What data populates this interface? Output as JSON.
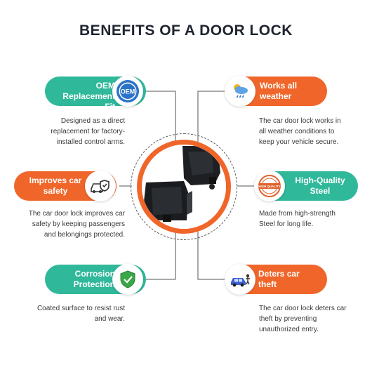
{
  "title": "BENEFITS OF A DOOR LOCK",
  "benefits": [
    {
      "label": "OEM\nReplacement Fit",
      "icon": "oem-badge-icon",
      "icon_text": "OEM",
      "color": "teal",
      "desc": "Designed as a direct replacement for factory-installed control arms."
    },
    {
      "label": "Works all\nweather",
      "icon": "weather-icon",
      "color": "orange",
      "desc": "The car door lock works in all weather conditions to keep your vehicle secure."
    },
    {
      "label": "Improves car\nsafety",
      "icon": "car-shield-icon",
      "color": "orange",
      "desc": "The car door lock improves car safety by keeping passengers and belongings protected."
    },
    {
      "label": "High-Quality\nSteel",
      "icon": "quality-stamp-icon",
      "icon_text": "HIGH QUALITY",
      "color": "teal",
      "desc": "Made from high-strength Steel for long life."
    },
    {
      "label": "Corrosion\nProtection",
      "icon": "shield-check-icon",
      "color": "teal",
      "desc": "Coated surface to resist rust and wear."
    },
    {
      "label": "Deters car\ntheft",
      "icon": "car-thief-icon",
      "color": "orange",
      "desc": "The car door lock deters car theft by preventing unauthorized entry."
    }
  ],
  "colors": {
    "teal": "#2fb89a",
    "orange": "#f0662a",
    "text": "#1f2430"
  }
}
